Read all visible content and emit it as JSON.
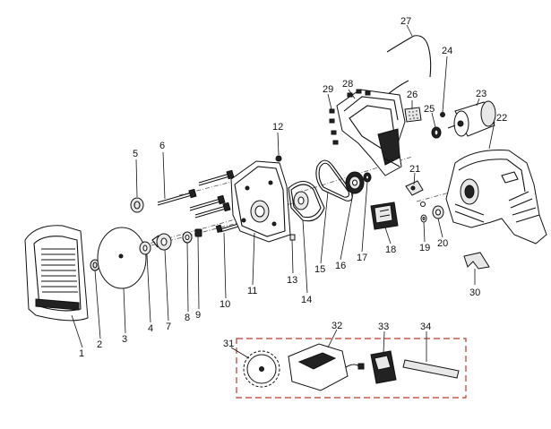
{
  "diagram": {
    "colors": {
      "ink": "#111111",
      "kit_border": "#c0392b",
      "background": "#ffffff"
    },
    "part_numbers": [
      "1",
      "2",
      "3",
      "4",
      "5",
      "6",
      "7",
      "8",
      "9",
      "10",
      "11",
      "12",
      "13",
      "14",
      "15",
      "16",
      "17",
      "18",
      "19",
      "20",
      "21",
      "22",
      "23",
      "24",
      "25",
      "26",
      "27",
      "28",
      "29",
      "30",
      "31",
      "32",
      "33",
      "34"
    ]
  }
}
